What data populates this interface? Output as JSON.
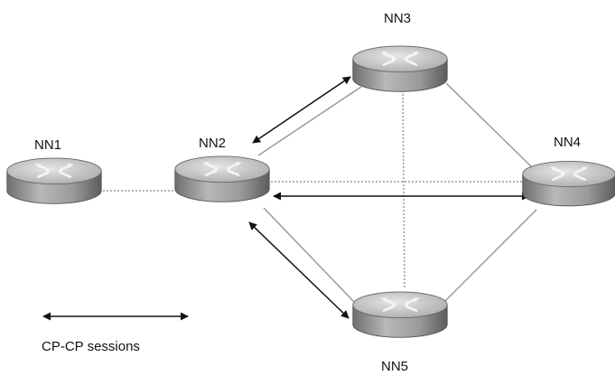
{
  "nodes": [
    {
      "id": "nn1",
      "label": "NN1"
    },
    {
      "id": "nn2",
      "label": "NN2"
    },
    {
      "id": "nn3",
      "label": "NN3"
    },
    {
      "id": "nn4",
      "label": "NN4"
    },
    {
      "id": "nn5",
      "label": "NN5"
    }
  ],
  "links": [
    {
      "from": "NN1",
      "to": "NN2"
    },
    {
      "from": "NN2",
      "to": "NN3"
    },
    {
      "from": "NN2",
      "to": "NN4"
    },
    {
      "from": "NN2",
      "to": "NN5"
    },
    {
      "from": "NN3",
      "to": "NN4"
    },
    {
      "from": "NN3",
      "to": "NN5"
    },
    {
      "from": "NN5",
      "to": "NN4"
    }
  ],
  "sessions": [
    {
      "between": [
        "NN2",
        "NN3"
      ]
    },
    {
      "between": [
        "NN2",
        "NN4"
      ]
    },
    {
      "between": [
        "NN2",
        "NN5"
      ]
    }
  ],
  "legend": {
    "label": "CP-CP sessions"
  },
  "colors": {
    "link": "#9a9a9a",
    "arrow": "#111111",
    "router_top": "#c8c8c8",
    "router_side": "#8f8f8f"
  },
  "icons": {
    "router": "router-icon"
  }
}
